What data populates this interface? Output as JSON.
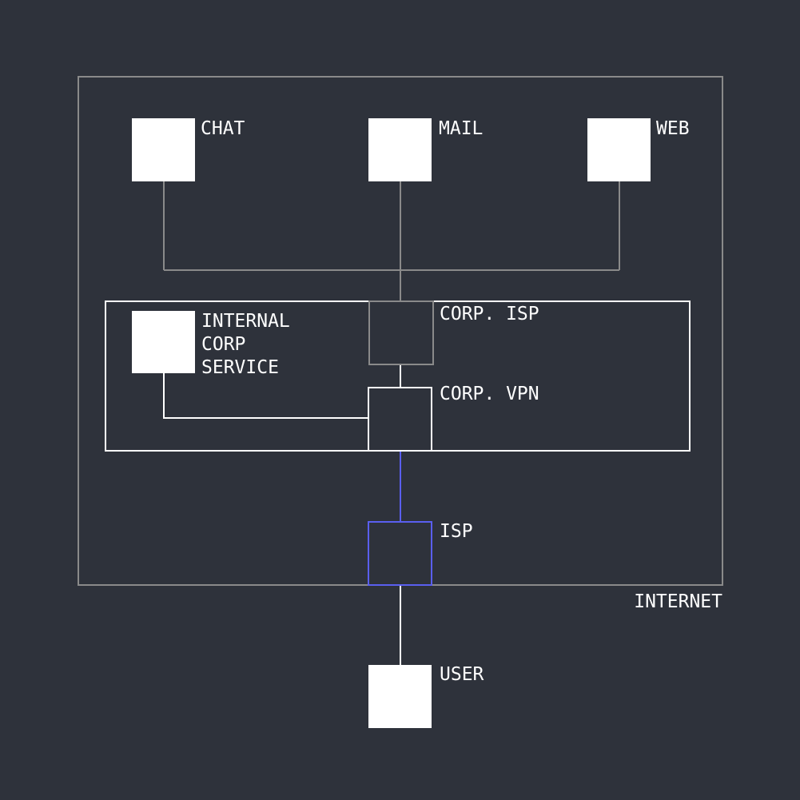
{
  "colors": {
    "background": "#2e323b",
    "node_fill": "#ffffff",
    "line_white": "#ffffff",
    "line_gray": "#8a8a8a",
    "line_blue": "#5a5ff0"
  },
  "nodes": {
    "chat": {
      "label": "CHAT"
    },
    "mail": {
      "label": "MAIL"
    },
    "web": {
      "label": "WEB"
    },
    "internal_corp_service": {
      "label_lines": [
        "INTERNAL",
        "CORP",
        "SERVICE"
      ]
    },
    "corp_isp": {
      "label": "CORP. ISP"
    },
    "corp_vpn": {
      "label": "CORP. VPN"
    },
    "isp": {
      "label": "ISP"
    },
    "user": {
      "label": "USER"
    }
  },
  "regions": {
    "internet": {
      "label": "INTERNET"
    }
  }
}
